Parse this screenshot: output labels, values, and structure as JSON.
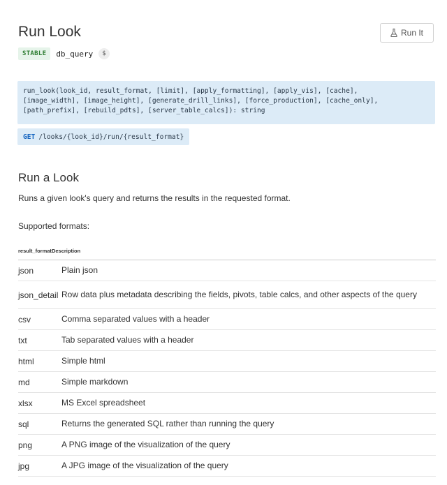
{
  "header": {
    "title": "Run Look",
    "run_button_label": "Run It",
    "stability_badge": "STABLE",
    "method_id": "db_query",
    "permission_badge": "$"
  },
  "signature": {
    "text": "run_look(look_id, result_format, [limit], [apply_formatting], [apply_vis], [cache],\n[image_width], [image_height], [generate_drill_links], [force_production], [cache_only],\n[path_prefix], [rebuild_pdts], [server_table_calcs]): string"
  },
  "endpoint": {
    "method": "GET",
    "path": "/looks/{look_id}/run/{result_format}"
  },
  "section": {
    "title": "Run a Look",
    "description": "Runs a given look's query and returns the results in the requested format.",
    "formats_label": "Supported formats:"
  },
  "formats_table": {
    "headers": [
      "result_format",
      "Description"
    ],
    "rows": [
      {
        "format": "json",
        "description": "Plain json"
      },
      {
        "format": "json_detail",
        "description": "Row data plus metadata describing the fields, pivots, table calcs, and other aspects of the query"
      },
      {
        "format": "csv",
        "description": "Comma separated values with a header"
      },
      {
        "format": "txt",
        "description": "Tab separated values with a header"
      },
      {
        "format": "html",
        "description": "Simple html"
      },
      {
        "format": "md",
        "description": "Simple markdown"
      },
      {
        "format": "xlsx",
        "description": "MS Excel spreadsheet"
      },
      {
        "format": "sql",
        "description": "Returns the generated SQL rather than running the query"
      },
      {
        "format": "png",
        "description": "A PNG image of the visualization of the query"
      },
      {
        "format": "jpg",
        "description": "A JPG image of the visualization of the query"
      }
    ]
  },
  "colors": {
    "code_background": "#dcebf7",
    "stable_green": "#2e7d32",
    "get_blue": "#1565c0"
  },
  "icons": {
    "run_button_icon": "flask-icon"
  }
}
